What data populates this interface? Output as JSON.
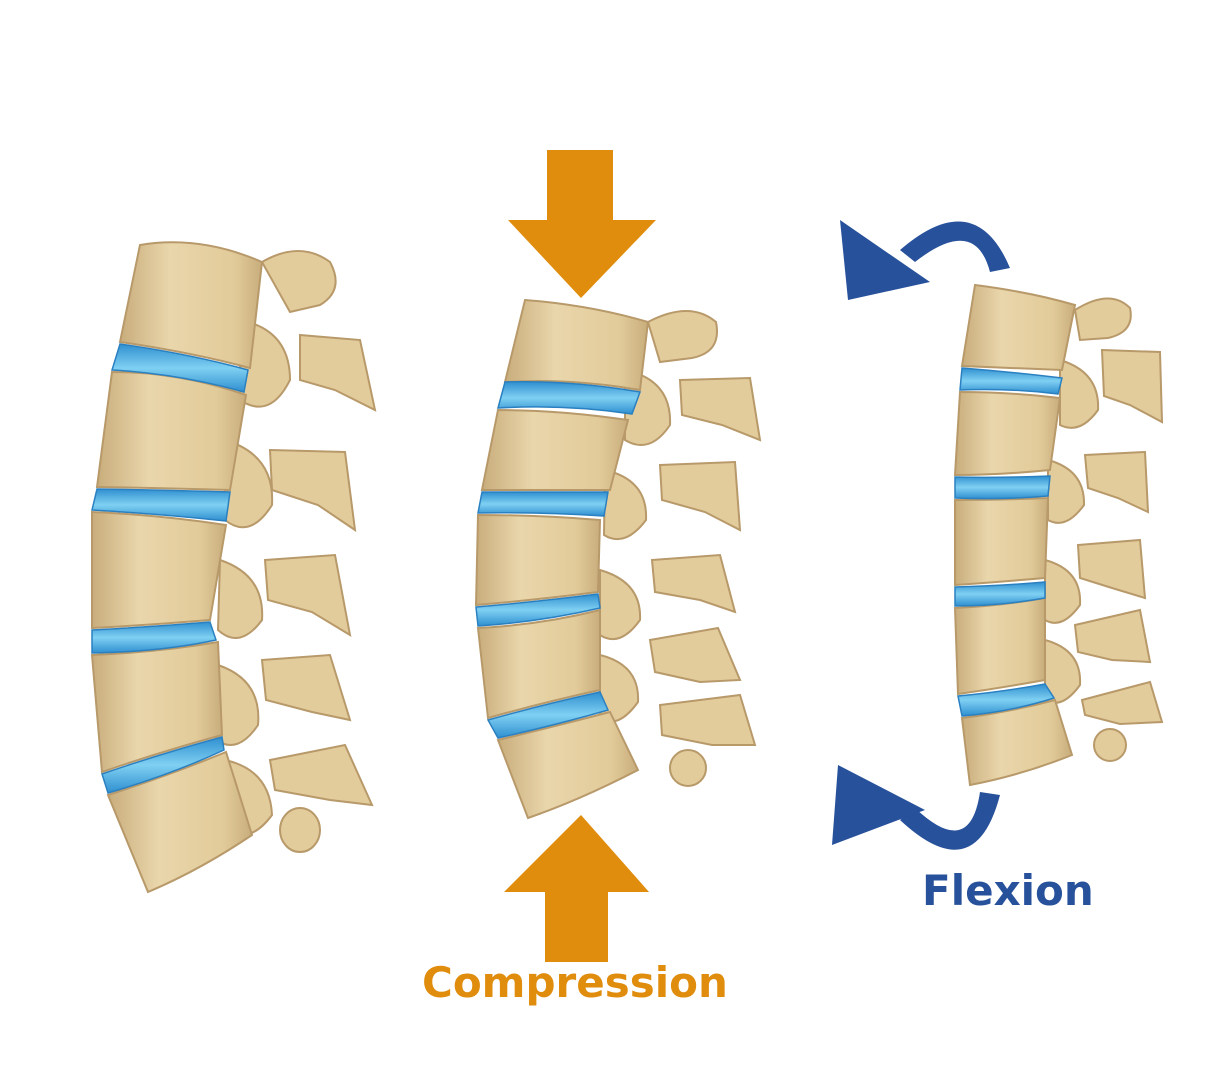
{
  "labels": {
    "compression": "Compression",
    "flexion": "Flexion"
  },
  "colors": {
    "bone": "#e8d3a6",
    "bone_shade": "#c9ad7c",
    "bone_outline": "#b8996a",
    "disc": "#3aa7e0",
    "disc_light": "#7fd0f2",
    "compression_arrow": "#e08c0c",
    "flexion_arrow": "#27519b"
  },
  "figures": [
    {
      "name": "neutral-spine",
      "vertebrae": 5,
      "discs": 4
    },
    {
      "name": "compressed-spine",
      "vertebrae": 5,
      "discs": 4
    },
    {
      "name": "flexed-spine",
      "vertebrae": 5,
      "discs": 4
    }
  ]
}
